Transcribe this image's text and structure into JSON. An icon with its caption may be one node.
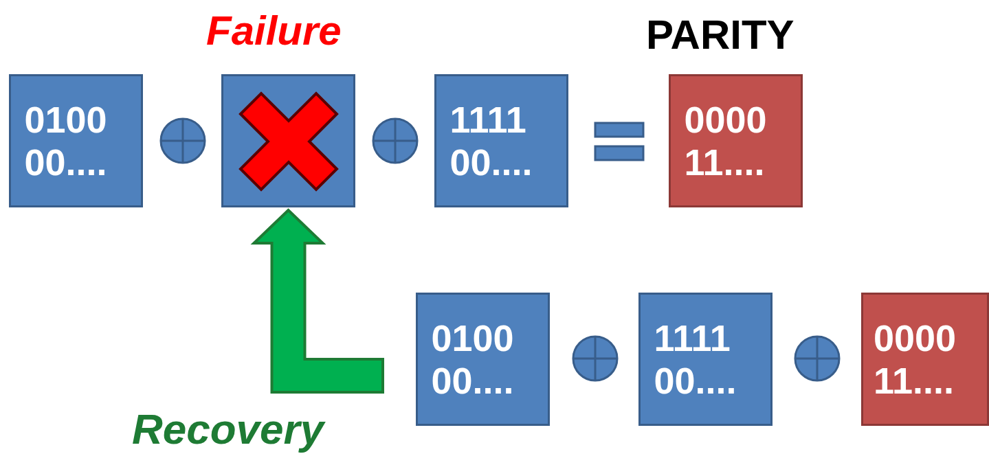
{
  "diagram": {
    "nodes": [
      {
        "text": [
          "0100 00...."
        ]
      },
      {
        "text": [],
        "shape": "box",
        "beside": [
          "Failure"
        ]
      },
      {
        "text": [
          "1111 00...."
        ]
      },
      {
        "text": [
          "0000 11...."
        ],
        "beside": [
          "PARITY"
        ]
      },
      {
        "text": [
          "0100 00...."
        ]
      },
      {
        "text": [
          "1111 00...."
        ]
      },
      {
        "text": [
          "0000 11...."
        ]
      }
    ],
    "edges": [
      {
        "from": 4,
        "to": 1,
        "arrow": "to",
        "label": "Recovery",
        "style": "thick",
        "color": "#00b050"
      }
    ]
  }
}
